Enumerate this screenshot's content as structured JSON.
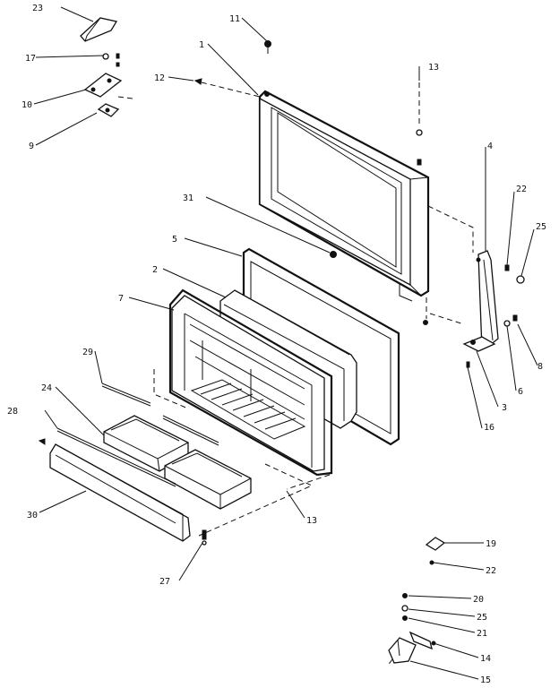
{
  "labels": {
    "n1": "1",
    "n2": "2",
    "n3": "3",
    "n4": "4",
    "n5": "5",
    "n6": "6",
    "n7": "7",
    "n8": "8",
    "n9": "9",
    "n10": "10",
    "n11": "11",
    "n12": "12",
    "n13a": "13",
    "n13b": "13",
    "n14": "14",
    "n15": "15",
    "n16": "16",
    "n17": "17",
    "n19": "19",
    "n20": "20",
    "n21": "21",
    "n22a": "22",
    "n22b": "22",
    "n23": "23",
    "n24": "24",
    "n25a": "25",
    "n25b": "25",
    "n27": "27",
    "n28": "28",
    "n29": "29",
    "n30": "30",
    "n31": "31"
  }
}
